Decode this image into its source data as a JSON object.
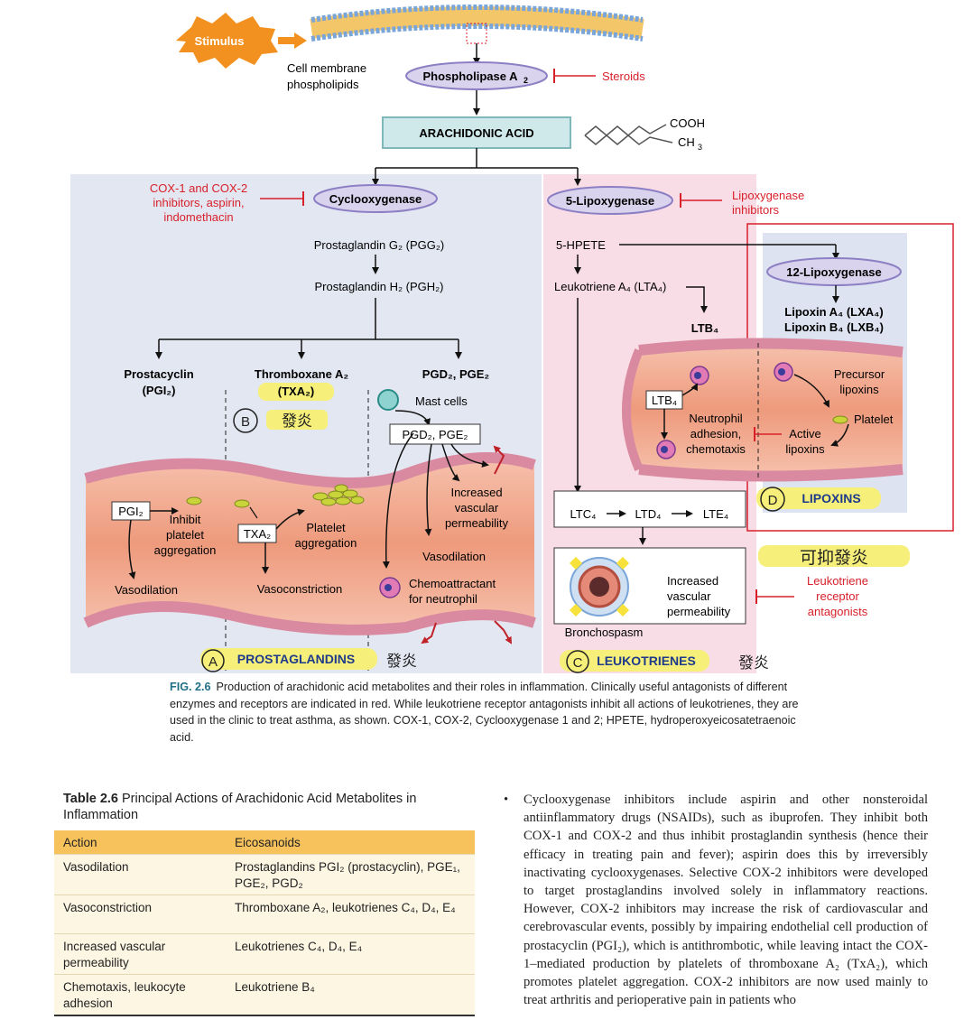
{
  "figure": {
    "stimulus": "Stimulus",
    "membrane_label_1": "Cell membrane",
    "membrane_label_2": "phospholipids",
    "phospholipase": "Phospholipase A",
    "phospholipase_sub": "2",
    "steroids": "Steroids",
    "arachidonic_acid": "ARACHIDONIC ACID",
    "cooh": "COOH",
    "ch3": "CH",
    "ch3_sub": "3",
    "cox_inhib_1": "COX-1 and COX-2",
    "cox_inhib_2": "inhibitors, aspirin,",
    "cox_inhib_3": "indomethacin",
    "cyclooxygenase": "Cyclooxygenase",
    "pgg2": "Prostaglandin G₂ (PGG₂)",
    "pgh2": "Prostaglandin H₂ (PGH₂)",
    "prostacyclin_1": "Prostacyclin",
    "prostacyclin_2": "(PGI₂)",
    "thromboxane_1": "Thromboxane A₂",
    "thromboxane_2": "(TXA₂)",
    "pgd2pge2": "PGD₂, PGE₂",
    "mast_cells": "Mast cells",
    "pgd2pge2_box": "PGD₂, PGE₂",
    "pgi2_box": "PGI₂",
    "inhibit_1": "Inhibit",
    "inhibit_2": "platelet",
    "inhibit_3": "aggregation",
    "vasodilation_a": "Vasodilation",
    "txa2_box": "TXA₂",
    "platelet_agg_1": "Platelet",
    "platelet_agg_2": "aggregation",
    "vasoconstriction": "Vasoconstriction",
    "incr_vasc_1": "Increased",
    "incr_vasc_2": "vascular",
    "incr_vasc_3": "permeability",
    "vasodilation_b": "Vasodilation",
    "chemo_1": "Chemoattractant",
    "chemo_2": "for neutrophil",
    "prostaglandins": "PROSTAGLANDINS",
    "lipoxygenase5": "5-Lipoxygenase",
    "lipox_inhib_1": "Lipoxygenase",
    "lipox_inhib_2": "inhibitors",
    "hpete": "5-HPETE",
    "lta4": "Leukotriene A₄ (LTA₄)",
    "ltb4": "LTB₄",
    "lipoxygenase12": "12-Lipoxygenase",
    "lipoxin_a4": "Lipoxin A₄ (LXA₄)",
    "lipoxin_b4": "Lipoxin B₄ (LXB₄)",
    "ltb4_box": "LTB₄",
    "neutrophil_1": "Neutrophil",
    "neutrophil_2": "adhesion,",
    "neutrophil_3": "chemotaxis",
    "precursor_1": "Precursor",
    "precursor_2": "lipoxins",
    "platelet": "Platelet",
    "active_1": "Active",
    "active_2": "lipoxins",
    "lipoxins": "LIPOXINS",
    "ltc4": "LTC₄",
    "ltd4": "LTD₄",
    "lte4": "LTE₄",
    "incr_perm_1": "Increased",
    "incr_perm_2": "vascular",
    "incr_perm_3": "permeability",
    "bronchospasm": "Bronchospasm",
    "lt_antag_1": "Leukotriene",
    "lt_antag_2": "receptor",
    "lt_antag_3": "antagonists",
    "leukotrienes": "LEUKOTRIENES",
    "hand_a": "A",
    "hand_b": "B",
    "hand_c": "C",
    "hand_d": "D",
    "hand_inflam": "發炎",
    "hand_inhibit": "可抑發炎"
  },
  "caption": {
    "label": "FIG. 2.6",
    "text": "Production of arachidonic acid metabolites and their roles in inflammation. Clinically useful antagonists of different enzymes and receptors are indicated in red. While leukotriene receptor antagonists inhibit all actions of leukotrienes, they are used in the clinic to treat asthma, as shown. COX-1, COX-2, Cyclooxygenase 1 and 2; HPETE, hydroperoxyeicosatetraenoic acid."
  },
  "table": {
    "label": "Table 2.6",
    "title": "Principal Actions of Arachidonic Acid Metabolites in Inflammation",
    "headers": [
      "Action",
      "Eicosanoids"
    ],
    "rows": [
      [
        "Vasodilation",
        "Prostaglandins PGI₂ (prostacyclin), PGE₁, PGE₂, PGD₂"
      ],
      [
        "Vasoconstriction",
        "Thromboxane A₂, leukotrienes C₄, D₄, E₄"
      ],
      [
        "Increased vascular permeability",
        "Leukotrienes C₄, D₄, E₄"
      ],
      [
        "Chemotaxis, leukocyte adhesion",
        "Leukotriene B₄"
      ]
    ]
  },
  "bullet": {
    "symbol": "•",
    "text": "Cyclooxygenase inhibitors include aspirin and other nonsteroidal antiinflammatory drugs (NSAIDs), such as ibuprofen. They inhibit both COX-1 and COX-2 and thus inhibit prostaglandin synthesis (hence their efficacy in treating pain and fever); aspirin does this by irreversibly inactivating cyclooxygenases. Selective COX-2 inhibitors were developed to target prostaglandins involved solely in inflammatory reactions. However, COX-2 inhibitors may increase the risk of cardiovascular and cerebrovascular events, possibly by impairing endothelial cell production of prostacyclin (PGI₂), which is antithrombotic, while leaving intact the COX-1–mediated production by platelets of thromboxane A₂ (TxA₂), which promotes platelet aggregation. COX-2 inhibitors are now used mainly to treat arthritis and perioperative pain in patients who"
  },
  "colors": {
    "left_panel": "#e3e7f2",
    "right_panel": "#f9dde6",
    "inhibitor_red": "#d8202a",
    "highlight_yellow": "#f6f07a",
    "enzyme_lavender": "#d9d3ee",
    "aa_box": "#cfe9ea",
    "vessel": "#f0a88c"
  }
}
